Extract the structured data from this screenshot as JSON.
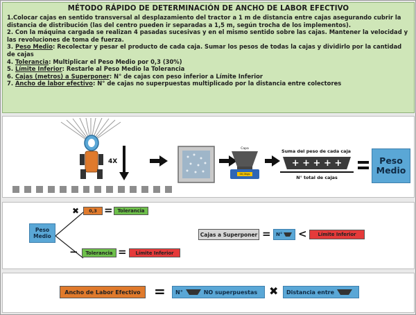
{
  "title": "MÉTODO RÁPIDO DE DETERMINACIÓN DE ANCHO DE LABOR EFECTIVO",
  "steps": [
    {
      "key": "",
      "text": "1.Colocar cajas en sentido transversal al desplazamiento del tractor a 1 m de distancia entre cajas asegurando cubrir la distancia de distribución (las del centro pueden ir separadas a 1,5 m, según trocha de los implementos)."
    },
    {
      "key": "",
      "text": "2. Con la máquina cargada se realizan 4 pasadas sucesivas y en el mismo sentido sobre las cajas. Mantener la velocidad y las revoluciones de toma de fuerza."
    },
    {
      "num": "3. ",
      "key": "Peso Medio",
      "text": ": Recolectar y pesar el producto de cada caja. Sumar los pesos de todas la cajas y dividirlo por la cantidad de cajas"
    },
    {
      "num": "4. ",
      "key": "Tolerancia",
      "text": ": Multiplicar el Peso Medio por 0,3 (30%)"
    },
    {
      "num": "5. ",
      "key": "Límite Inferior",
      "text": ": Restarle al Peso Medio la Tolerancia"
    },
    {
      "num": "6. ",
      "key": "Cajas (metros) a Superponer",
      "text": ": N° de cajas con peso inferior a Límite Inferior"
    },
    {
      "num": "7. ",
      "key": "Ancho de labor efectivo",
      "text": ": N° de cajas no superpuestas multiplicado por la distancia entre colectores"
    }
  ],
  "sec1": {
    "passes": "4X",
    "scale_label": "Capa",
    "scale_display": "00,0kgs",
    "sum_label": "Suma del peso de cada caja",
    "plus_signs": "+ + + + +",
    "denominator": "N° total de cajas",
    "result": "Peso Medio"
  },
  "sec2": {
    "source": "Peso Medio",
    "times": "✖",
    "factor": "0,3",
    "eq1": "=",
    "tolerancia1": "Tolerancia",
    "minus": "−",
    "tolerancia2": "Tolerancia",
    "eq2": "=",
    "limite1": "Límite Inferior",
    "cajas_superponer": "Cajas a Superponer",
    "eq3": "=",
    "n_label": "N°",
    "lt": "<",
    "limite2": "Límite Inferior"
  },
  "sec3": {
    "ancho": "Ancho de Labor Efectivo",
    "eq": "=",
    "n_label": "N°",
    "no_superpuestas": "NO superpuestas",
    "times": "✖",
    "distancia": "Distancia entre"
  },
  "colors": {
    "panel_bg": "#cfe6b8",
    "orange": "#e07a2c",
    "green": "#6dbf4a",
    "red": "#e53a3a",
    "blue": "#5aa7d6",
    "grey_box": "#d6d6d6"
  }
}
